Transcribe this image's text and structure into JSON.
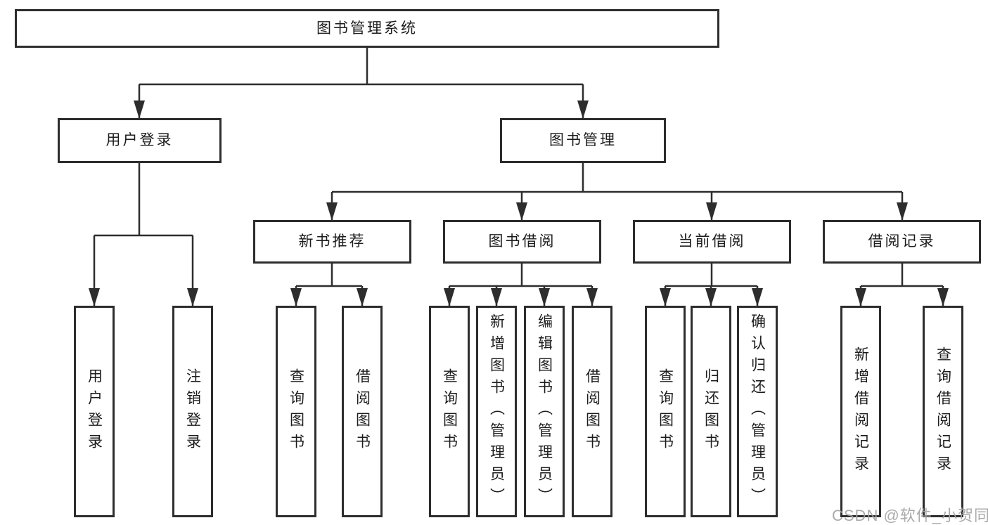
{
  "diagram_type": "hierarchy-tree",
  "colors": {
    "line": "#2d2d2d",
    "box_border": "#2d2d2d",
    "box_fill": "#ffffff",
    "text": "#1c1c1c",
    "watermark": "#a3a3a3",
    "background": "#ffffff"
  },
  "tree": {
    "label": "图书管理系统",
    "children": [
      {
        "label": "用户登录",
        "children": [
          {
            "label": "用户登录"
          },
          {
            "label": "注销登录"
          }
        ]
      },
      {
        "label": "图书管理",
        "children": [
          {
            "label": "新书推荐",
            "children": [
              {
                "label": "查询图书"
              },
              {
                "label": "借阅图书"
              }
            ]
          },
          {
            "label": "图书借阅",
            "children": [
              {
                "label": "查询图书"
              },
              {
                "label": "新增图书（管理员）"
              },
              {
                "label": "编辑图书（管理员）"
              },
              {
                "label": "借阅图书"
              }
            ]
          },
          {
            "label": "当前借阅",
            "children": [
              {
                "label": "查询图书"
              },
              {
                "label": "归还图书"
              },
              {
                "label": "确认归还（管理员）"
              }
            ]
          },
          {
            "label": "借阅记录",
            "children": [
              {
                "label": "新增借阅记录"
              },
              {
                "label": "查询借阅记录"
              }
            ]
          }
        ]
      }
    ]
  },
  "watermark": {
    "text": "CSDN @软件_小贺同学"
  }
}
